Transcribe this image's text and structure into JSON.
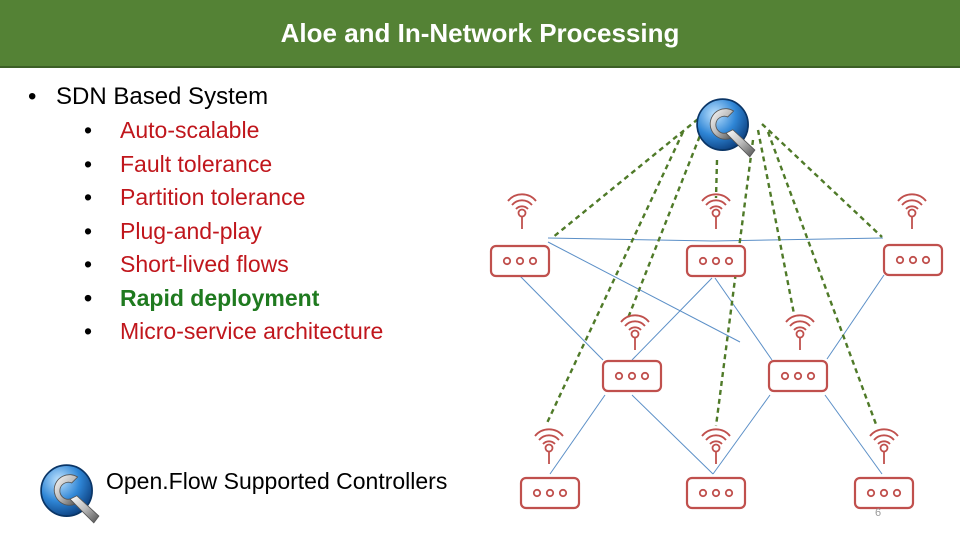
{
  "slide": {
    "title": "Aloe and In-Network Processing",
    "main_bullet": "SDN Based System",
    "sub_bullets": [
      {
        "text": "Auto-scalable",
        "color": "#c0161c"
      },
      {
        "text": "Fault tolerance",
        "color": "#c0161c"
      },
      {
        "text": "Partition tolerance",
        "color": "#c0161c"
      },
      {
        "text": "Plug-and-play",
        "color": "#c0161c"
      },
      {
        "text": "Short-lived flows",
        "color": "#c0161c"
      },
      {
        "text": "Rapid deployment",
        "color": "#1f7a1f"
      },
      {
        "text": "Micro-service architecture",
        "color": "#c0161c"
      }
    ],
    "legend_label": "Open.Flow Supported Controllers",
    "page_number": "6"
  },
  "colors": {
    "title_bar": "#548235",
    "router": "#c0504d",
    "control_link": "#4f7a28",
    "data_link": "#5b8fc7"
  },
  "icons": {
    "controller": "openflow-controller-icon",
    "switch": "wireless-router-icon"
  }
}
